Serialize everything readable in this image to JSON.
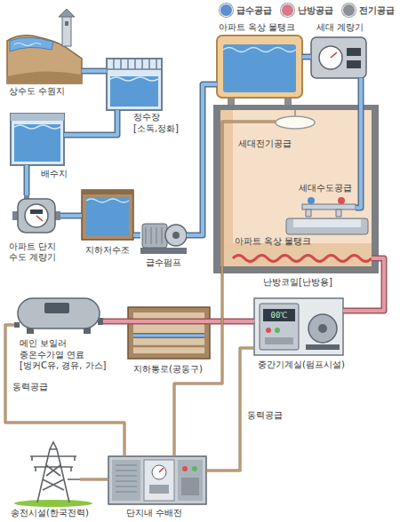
{
  "diagram": {
    "nodes": [
      {
        "text": [
          "상수도 수원지"
        ]
      },
      {
        "text": [
          "정수장",
          "[소독,정화]"
        ]
      },
      {
        "text": [
          "배수지"
        ]
      },
      {
        "text": [
          "아파트 단지 수도 계량기"
        ]
      },
      {
        "text": [
          "지하저수조"
        ]
      },
      {
        "text": [
          "급수펌프"
        ]
      },
      {
        "text": [
          "아파트 옥상 물탱크"
        ]
      },
      {
        "text": [
          "세대 계량기"
        ]
      },
      {
        "text": [
          "세대전기공급"
        ]
      },
      {
        "text": [
          "세대수도공급"
        ]
      },
      {
        "text": [
          "난방코일[난방용]"
        ]
      },
      {
        "text": [
          "메인 보일러",
          "중온수가열 연료 [벙커C유, 경유, 가스]"
        ]
      },
      {
        "text": [
          "지하통로(공동구)"
        ]
      },
      {
        "text": [
          "중간기계실(펌프시설)",
          "00℃"
        ]
      },
      {
        "text": [
          "송전시설(한국전력)"
        ]
      },
      {
        "text": [
          "단지내 수배전"
        ]
      }
    ],
    "edges": [
      {
        "from": 0,
        "to": 1,
        "arrow": "none"
      },
      {
        "from": 1,
        "to": 2,
        "arrow": "none"
      },
      {
        "from": 2,
        "to": 3,
        "arrow": "none"
      },
      {
        "from": 3,
        "to": 4,
        "arrow": "none"
      },
      {
        "from": 4,
        "to": 5,
        "arrow": "none"
      },
      {
        "from": 5,
        "to": 6,
        "arrow": "none"
      },
      {
        "from": 6,
        "to": 7,
        "arrow": "none"
      },
      {
        "from": 7,
        "to": 9,
        "arrow": "none"
      },
      {
        "from": 11,
        "to": 12,
        "arrow": "none"
      },
      {
        "from": 12,
        "to": 13,
        "arrow": "none"
      },
      {
        "from": 13,
        "to": 10,
        "arrow": "none"
      },
      {
        "from": 14,
        "to": 15,
        "arrow": "none"
      },
      {
        "from": 15,
        "to": 11,
        "label": "동력공급",
        "arrow": "none"
      },
      {
        "from": 15,
        "to": 13,
        "label": "동력공급",
        "arrow": "none"
      },
      {
        "from": 15,
        "to": 8,
        "arrow": "none"
      }
    ],
    "labels": [
      "아파트 옥상 물탱크"
    ],
    "legend": [
      {
        "text": "급수공급",
        "color": "#5b8fd0"
      },
      {
        "text": "난방공급",
        "color": "#d9788a"
      },
      {
        "text": "전기공급",
        "color": "#8c8f96"
      }
    ]
  }
}
